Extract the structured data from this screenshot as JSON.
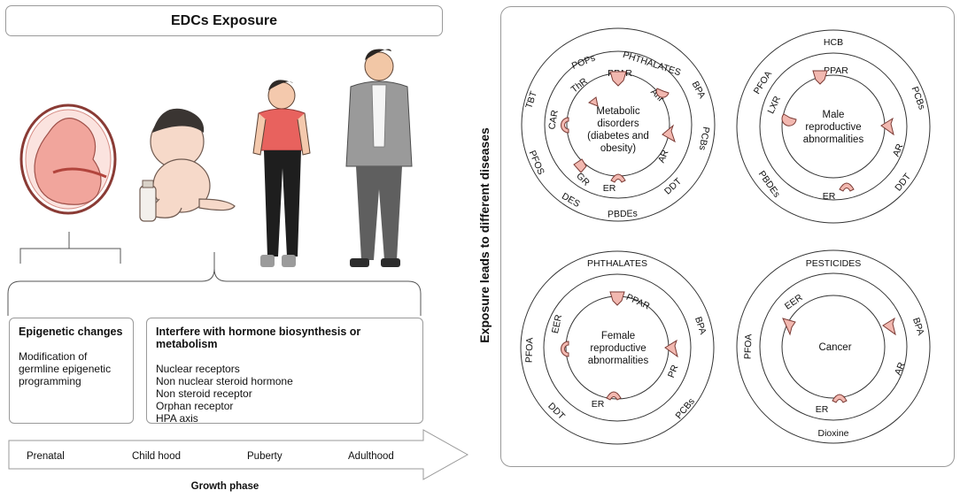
{
  "title": "EDCs Exposure",
  "epigenetic": {
    "heading": "Epigenetic changes",
    "lines": [
      "Modification of",
      "germline epigenetic",
      "programming"
    ]
  },
  "interfere": {
    "heading": "Interfere with hormone biosynthesis or metabolism",
    "lines": [
      "Nuclear receptors",
      "Non nuclear steroid hormone",
      "Non steroid receptor",
      "Orphan receptor",
      "HPA axis"
    ]
  },
  "growth": {
    "stages": [
      "Prenatal",
      "Child hood",
      "Puberty",
      "Adulthood"
    ],
    "label": "Growth phase"
  },
  "vertical_label": "Exposure leads to different diseases",
  "diseases": [
    {
      "center": [
        "Metabolic",
        "disorders",
        "(diabetes and",
        "obesity)"
      ],
      "chemicals": [
        "PHTHALATES",
        "BPA",
        "PCBs",
        "DDT",
        "PBDEs",
        "DES",
        "PFOS",
        "TBT",
        "POPs"
      ],
      "receptors": [
        "PPAR",
        "Ahr",
        "AR",
        "ER",
        "GR",
        "CAR",
        "ThR"
      ]
    },
    {
      "center": [
        "Male",
        "reproductive",
        "abnormalities"
      ],
      "chemicals": [
        "HCB",
        "PCBs",
        "DDT",
        "PBDEs",
        "PFOA"
      ],
      "receptors": [
        "PPAR",
        "AR",
        "ER",
        "LXR"
      ]
    },
    {
      "center": [
        "Female",
        "reproductive",
        "abnormalities"
      ],
      "chemicals": [
        "PHTHALATES",
        "BPA",
        "PCBs",
        "DDT",
        "PFOA"
      ],
      "receptors": [
        "PPAR",
        "PR",
        "ER",
        "EER"
      ]
    },
    {
      "center": [
        "Cancer"
      ],
      "chemicals": [
        "PESTICIDES",
        "BPA",
        "Dioxine",
        "PFOA"
      ],
      "receptors": [
        "EER",
        "AR",
        "ER"
      ]
    }
  ],
  "colors": {
    "receptor_fill": "#f2b8b0",
    "receptor_stroke": "#7a3a34",
    "fetus_fill": "#f6c9c2",
    "shirt_red": "#e8625e",
    "suit_gray": "#9a9a9a"
  }
}
